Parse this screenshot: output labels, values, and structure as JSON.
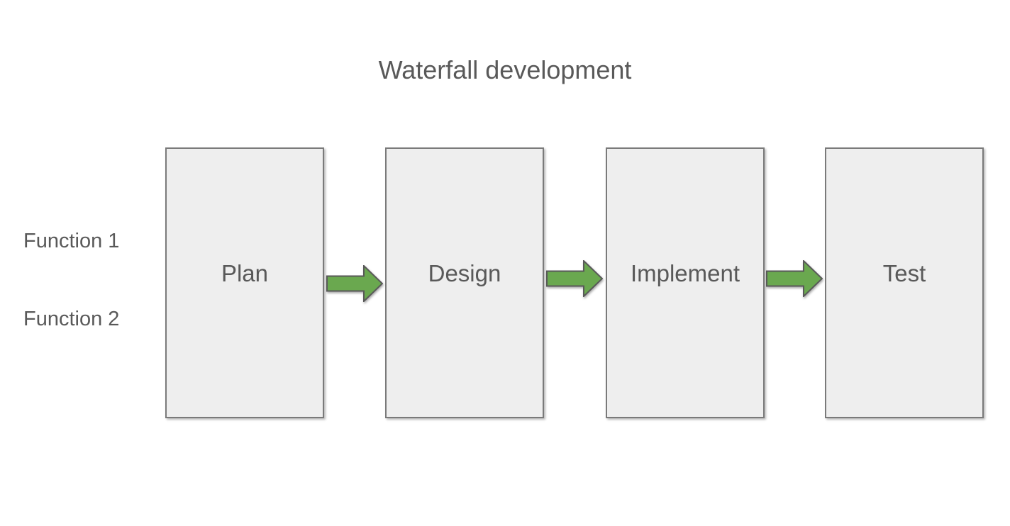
{
  "page": {
    "title": "Waterfall development"
  },
  "row_labels": [
    "Function 1",
    "Function 2"
  ],
  "stages": [
    {
      "label": "Plan"
    },
    {
      "label": "Design"
    },
    {
      "label": "Implement"
    },
    {
      "label": "Test"
    }
  ],
  "connectors": [
    {
      "icon": "right-arrow-icon",
      "from": "Plan",
      "to": "Design"
    },
    {
      "icon": "right-arrow-icon",
      "from": "Design",
      "to": "Implement"
    },
    {
      "icon": "right-arrow-icon",
      "from": "Implement",
      "to": "Test"
    }
  ],
  "colors": {
    "background": "#ffffff",
    "box_fill": "#eeeeee",
    "box_border": "#7a7a7a",
    "arrow_fill": "#6aa84f",
    "arrow_border": "#595959",
    "text": "#595959"
  }
}
